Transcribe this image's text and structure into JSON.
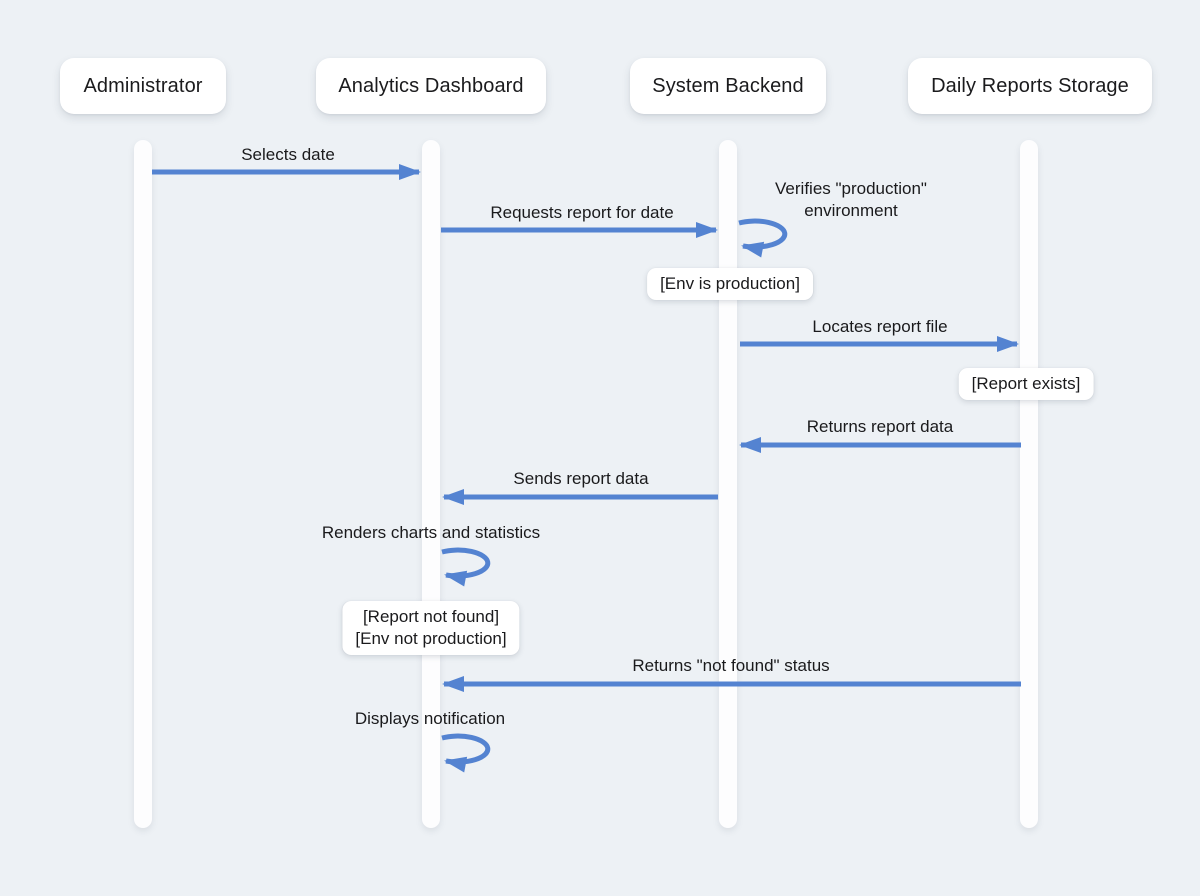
{
  "diagram": {
    "type": "sequence-diagram",
    "background_color": "#edf1f5",
    "arrow_color": "#5483d1",
    "actors": [
      {
        "id": "administrator",
        "label": "Administrator"
      },
      {
        "id": "analytics-dashboard",
        "label": "Analytics Dashboard"
      },
      {
        "id": "system-backend",
        "label": "System Backend"
      },
      {
        "id": "daily-reports-storage",
        "label": "Daily Reports Storage"
      }
    ],
    "messages": [
      {
        "label": "Selects date",
        "from": "Administrator",
        "to": "Analytics Dashboard",
        "kind": "arrow-right"
      },
      {
        "label": "Requests report for date",
        "from": "Analytics Dashboard",
        "to": "System Backend",
        "kind": "arrow-right"
      },
      {
        "label": "Verifies \"production\"\nenvironment",
        "from": "System Backend",
        "to": "System Backend",
        "kind": "self-loop"
      },
      {
        "label": "Locates report file",
        "from": "System Backend",
        "to": "Daily Reports Storage",
        "kind": "arrow-right"
      },
      {
        "label": "Returns report data",
        "from": "Daily Reports Storage",
        "to": "System Backend",
        "kind": "arrow-left"
      },
      {
        "label": "Sends report data",
        "from": "System Backend",
        "to": "Analytics Dashboard",
        "kind": "arrow-left"
      },
      {
        "label": "Renders charts and statistics",
        "from": "Analytics Dashboard",
        "to": "Analytics Dashboard",
        "kind": "self-loop"
      },
      {
        "label": "Returns \"not found\" status",
        "from": "Daily Reports Storage",
        "to": "Analytics Dashboard",
        "kind": "arrow-left"
      },
      {
        "label": "Displays notification",
        "from": "Analytics Dashboard",
        "to": "Analytics Dashboard",
        "kind": "self-loop"
      }
    ],
    "conditions": [
      {
        "label": "[Env is production]",
        "on": "System Backend"
      },
      {
        "label": "[Report exists]",
        "on": "Daily Reports Storage"
      },
      {
        "label": "[Report not found]\n[Env not production]",
        "on": "Analytics Dashboard"
      }
    ]
  }
}
